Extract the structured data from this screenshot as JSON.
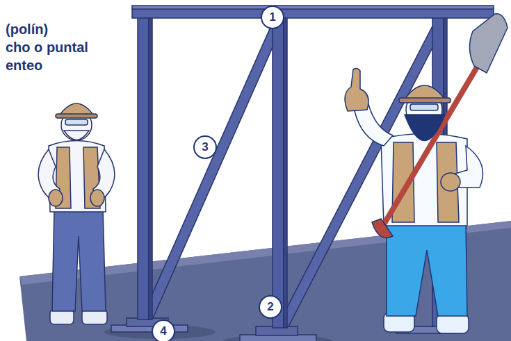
{
  "diagram": {
    "labels": [
      "(polín)",
      "cho o puntal",
      "enteo",
      "1",
      "2",
      "3",
      "4"
    ]
  }
}
